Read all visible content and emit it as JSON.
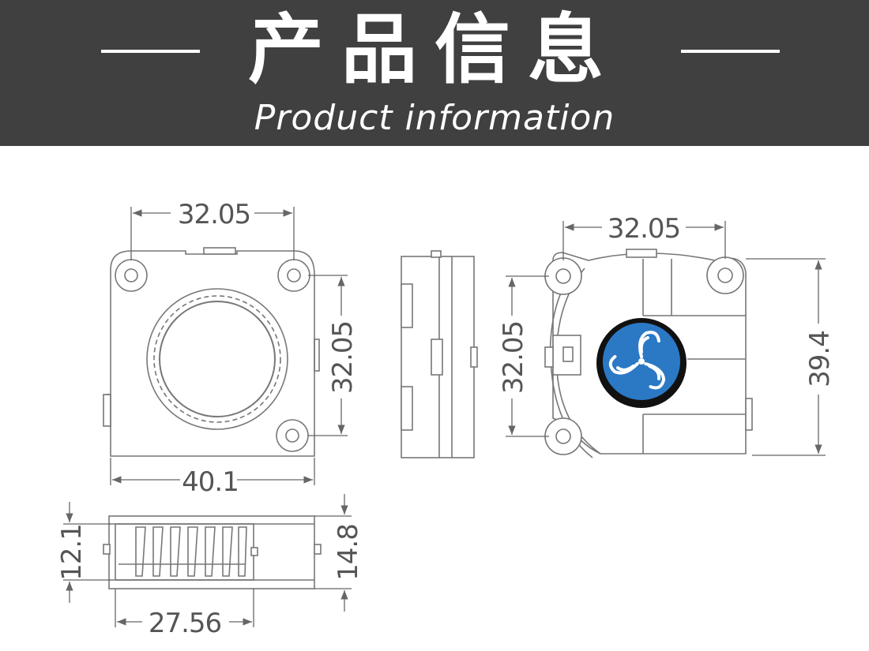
{
  "header": {
    "title_cn": "产品信息",
    "title_en": "Product information",
    "background": "#404040",
    "text_color": "#ffffff"
  },
  "logo": {
    "name": "blue-swirl-logo",
    "color": "#2b79c5"
  },
  "dimensions": {
    "front_width_top": "32.05",
    "front_hole_height": "32.05",
    "front_width_bottom": "40.1",
    "back_width_top": "32.05",
    "back_hole_height": "32.05",
    "back_total_height": "39.4",
    "side_height_left": "12.1",
    "side_height_right": "14.8",
    "side_width": "27.56"
  }
}
